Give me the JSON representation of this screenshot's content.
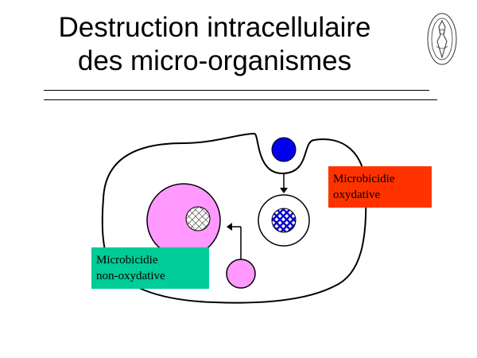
{
  "title": {
    "line1": "Destruction intracellulaire",
    "line2": "des micro-organismes"
  },
  "labels": {
    "oxidative": {
      "line1": "Microbicidie",
      "line2": "oxydative"
    },
    "non_oxidative": {
      "line1": "Microbicidie",
      "line2": "non-oxydative"
    }
  },
  "colors": {
    "oxidative_box": "#ff3300",
    "non_oxidative_box": "#00cc99",
    "lysosome": "#ff99ff",
    "microorganism": "#0000ee",
    "outline": "#000000"
  },
  "icons": {
    "seal": "university-seal-icon"
  }
}
